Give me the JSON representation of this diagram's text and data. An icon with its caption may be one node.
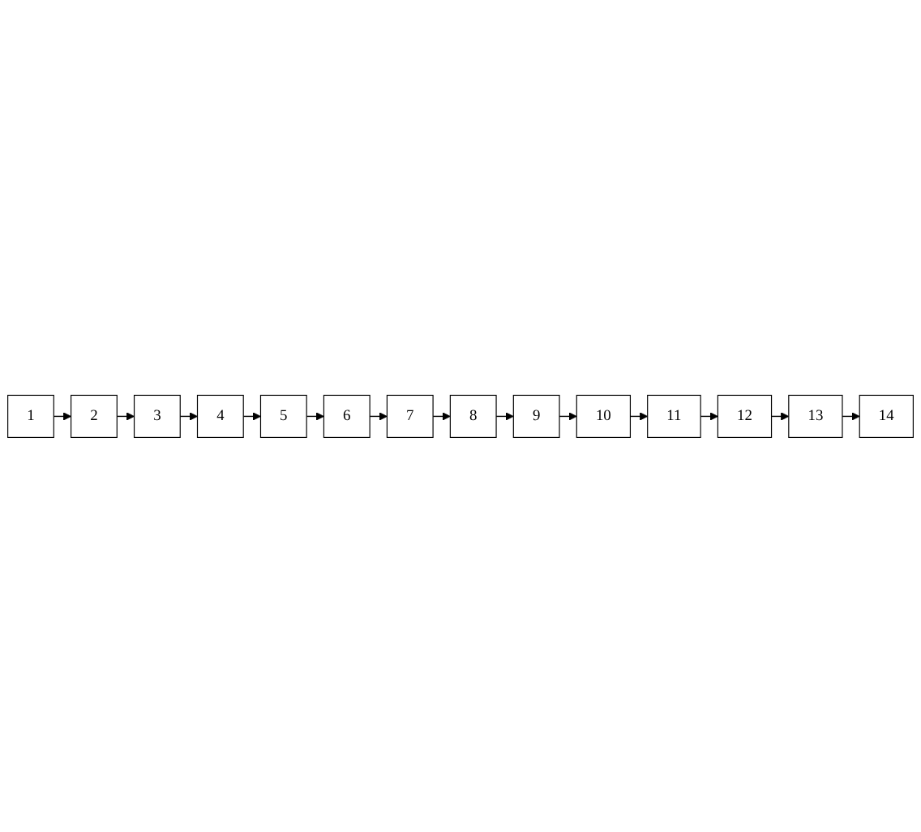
{
  "diagram": {
    "nodes": [
      {
        "text": [
          "1"
        ]
      },
      {
        "text": [
          "2"
        ]
      },
      {
        "text": [
          "3"
        ]
      },
      {
        "text": [
          "4"
        ]
      },
      {
        "text": [
          "5"
        ]
      },
      {
        "text": [
          "6"
        ]
      },
      {
        "text": [
          "7"
        ]
      },
      {
        "text": [
          "8"
        ]
      },
      {
        "text": [
          "9"
        ]
      },
      {
        "text": [
          "10"
        ]
      },
      {
        "text": [
          "11"
        ]
      },
      {
        "text": [
          "12"
        ]
      },
      {
        "text": [
          "13"
        ]
      },
      {
        "text": [
          "14"
        ]
      }
    ],
    "edges": [
      {
        "from": 0,
        "to": 1,
        "arrow": "to"
      },
      {
        "from": 1,
        "to": 2,
        "arrow": "to"
      },
      {
        "from": 2,
        "to": 3,
        "arrow": "to"
      },
      {
        "from": 3,
        "to": 4,
        "arrow": "to"
      },
      {
        "from": 4,
        "to": 5,
        "arrow": "to"
      },
      {
        "from": 5,
        "to": 6,
        "arrow": "to"
      },
      {
        "from": 6,
        "to": 7,
        "arrow": "to"
      },
      {
        "from": 7,
        "to": 8,
        "arrow": "to"
      },
      {
        "from": 8,
        "to": 9,
        "arrow": "to"
      },
      {
        "from": 9,
        "to": 10,
        "arrow": "to"
      },
      {
        "from": 10,
        "to": 11,
        "arrow": "to"
      },
      {
        "from": 11,
        "to": 12,
        "arrow": "to"
      },
      {
        "from": 12,
        "to": 13,
        "arrow": "to"
      }
    ]
  }
}
